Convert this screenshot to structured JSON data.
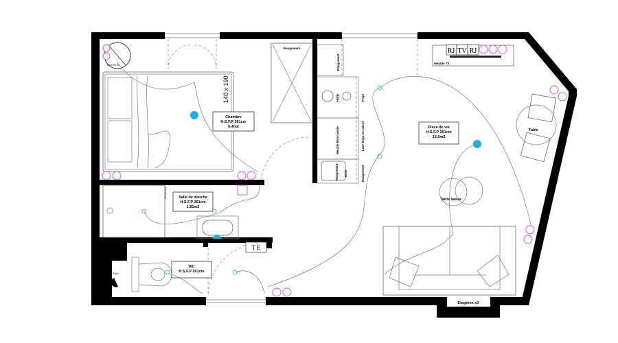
{
  "plan": {
    "rooms": [
      {
        "id": "chambre",
        "name": "Chambre",
        "height": "H.S.F.P 261cm",
        "area": "6,4m2"
      },
      {
        "id": "sdd",
        "name": "Salle de douche",
        "height": "H.S.F.P 261cm",
        "area": "1,81m2"
      },
      {
        "id": "wc",
        "name": "WC",
        "height": "H.S.F.P 261cm"
      },
      {
        "id": "piece",
        "name": "Pièce de vie",
        "height": "H.S.F.P 261cm",
        "area": "13,5m2"
      }
    ],
    "furniture": {
      "bed_size": "140 x 190",
      "lamp": "Chevet 20",
      "rangement_closet": "Rangement",
      "rangement_1": "Rangement",
      "hotte": "Hotte",
      "frigo": "Frigo",
      "micro": "Meuble Micro onde",
      "lave_linge": "Lave-linge en caisse",
      "rangement_2": "Rangement",
      "evier": "Evier",
      "rangement_3": "Rangement",
      "meuble_tv": "Meuble TV",
      "rj1": "RJ",
      "tv": "TV",
      "rj2": "RJ",
      "table": "Table",
      "table_basse": "Table basse",
      "etageres": "Etagères x3",
      "te": "T E",
      "seche": "Sèche-serv.",
      "elec": "Elec"
    },
    "colors": {
      "wall": "#000000",
      "light": "#1ab0e8",
      "socket": "#e040e0"
    }
  }
}
